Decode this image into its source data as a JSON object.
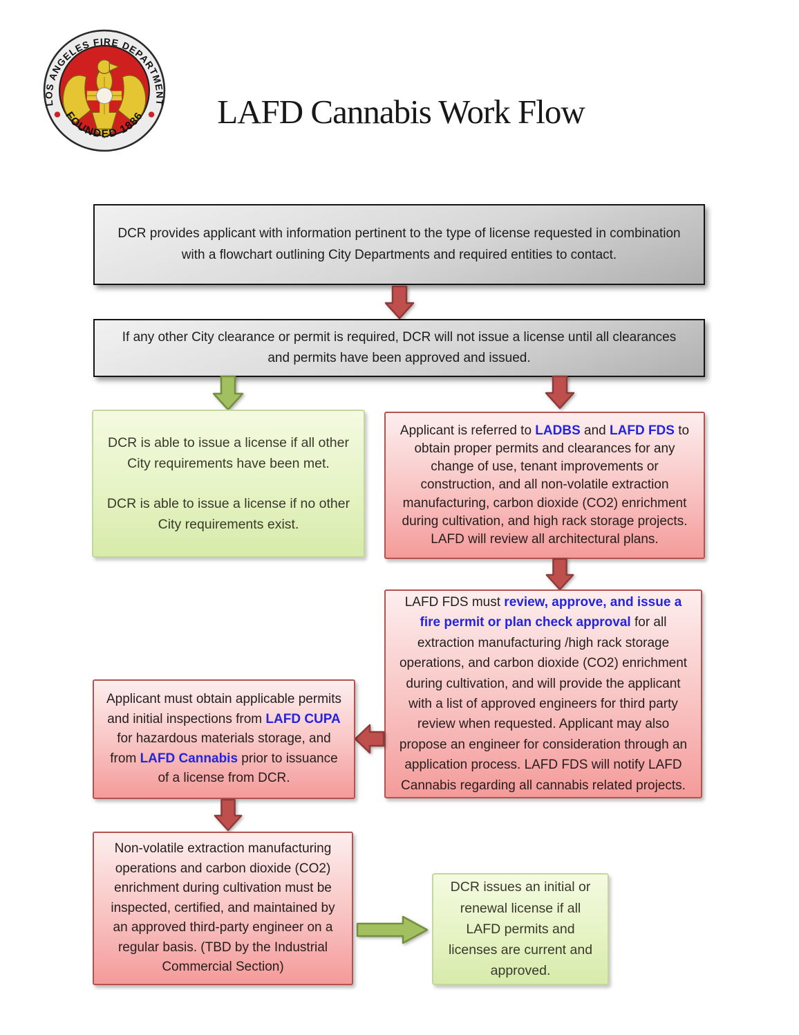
{
  "header": {
    "title": "LAFD Cannabis Work Flow",
    "logo": {
      "arc_top": "LOS ANGELES FIRE DEPARTMENT",
      "arc_bottom": "FOUNDED 1886"
    }
  },
  "flow": {
    "step_info": {
      "text": "DCR provides applicant with information pertinent to the type of license requested in combination with a flowchart outlining City Departments and required entities to contact."
    },
    "step_clearance": {
      "text": "If any other City clearance or permit is required, DCR will not issue a license until all clearances and permits have been approved and issued."
    },
    "box_issue_license": {
      "para1": "DCR is able to issue a license if all other City requirements have been met.",
      "para2": "DCR is able to issue a license if no other City requirements exist."
    },
    "box_referral": {
      "segments": [
        {
          "text": "Applicant is referred to "
        },
        {
          "text": "LADBS",
          "highlight": true
        },
        {
          "text": " and "
        },
        {
          "text": "LAFD FDS",
          "highlight": true
        },
        {
          "text": " to obtain proper permits and clearances for any change of use, tenant improvements or construction, and all non-volatile extraction manufacturing, carbon dioxide (CO2) enrichment during cultivation, and high rack storage projects. LAFD will review all architectural plans."
        }
      ]
    },
    "box_fds_review": {
      "segments": [
        {
          "text": "LAFD FDS must "
        },
        {
          "text": "review, approve, and issue a fire permit or plan check approval",
          "highlight": true
        },
        {
          "text": " for all extraction manufacturing /high rack storage operations, and carbon dioxide (CO2) enrichment during cultivation, and will provide the applicant with a list of approved engineers for third party review when requested.  Applicant may also propose an engineer for consideration through an application process.  LAFD FDS will notify LAFD Cannabis regarding all cannabis related projects."
        }
      ]
    },
    "box_cupa": {
      "segments": [
        {
          "text": "Applicant must obtain applicable permits and initial inspections from "
        },
        {
          "text": "LAFD CUPA",
          "highlight": true
        },
        {
          "text": " for hazardous materials storage, and from "
        },
        {
          "text": "LAFD Cannabis",
          "highlight": true
        },
        {
          "text": " prior to issuance of a license from DCR."
        }
      ]
    },
    "box_third_party": {
      "text": "Non-volatile extraction manufacturing operations and carbon dioxide (CO2) enrichment during cultivation must be inspected, certified, and maintained by an approved third-party engineer on a regular basis. (TBD by the Industrial Commercial Section)"
    },
    "box_dcr_issues": {
      "text": "DCR issues an initial or renewal license if all LAFD permits and licenses are current and approved."
    }
  },
  "colors": {
    "arrow-red": "#bf4f4c",
    "arrow-red-border": "#8e3a38",
    "arrow-green": "#a2c05f",
    "arrow-green-border": "#75903c",
    "link-blue": "#2424dd",
    "pink-border": "#b25350",
    "green-border": "#c3d69b",
    "seal-red": "#d01f1f",
    "seal-gold": "#e6c533"
  }
}
